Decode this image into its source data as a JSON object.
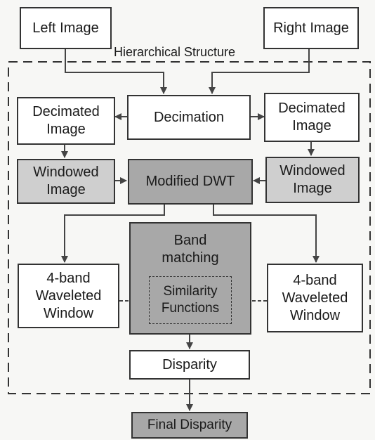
{
  "diagram": {
    "left_image": "Left Image",
    "right_image": "Right Image",
    "hierarchical_structure": "Hierarchical Structure",
    "decimation": "Decimation",
    "decimated_left": "Decimated\nImage",
    "decimated_right": "Decimated\nImage",
    "windowed_left": "Windowed\nImage",
    "windowed_right": "Windowed\nImage",
    "modified_dwt": "Modified DWT",
    "band_matching": "Band\nmatching",
    "similarity_functions": "Similarity\nFunctions",
    "waveleted_left": "4-band\nWaveleted\nWindow",
    "waveleted_right": "4-band\nWaveleted\nWindow",
    "disparity": "Disparity",
    "final_disparity": "Final Disparity"
  }
}
